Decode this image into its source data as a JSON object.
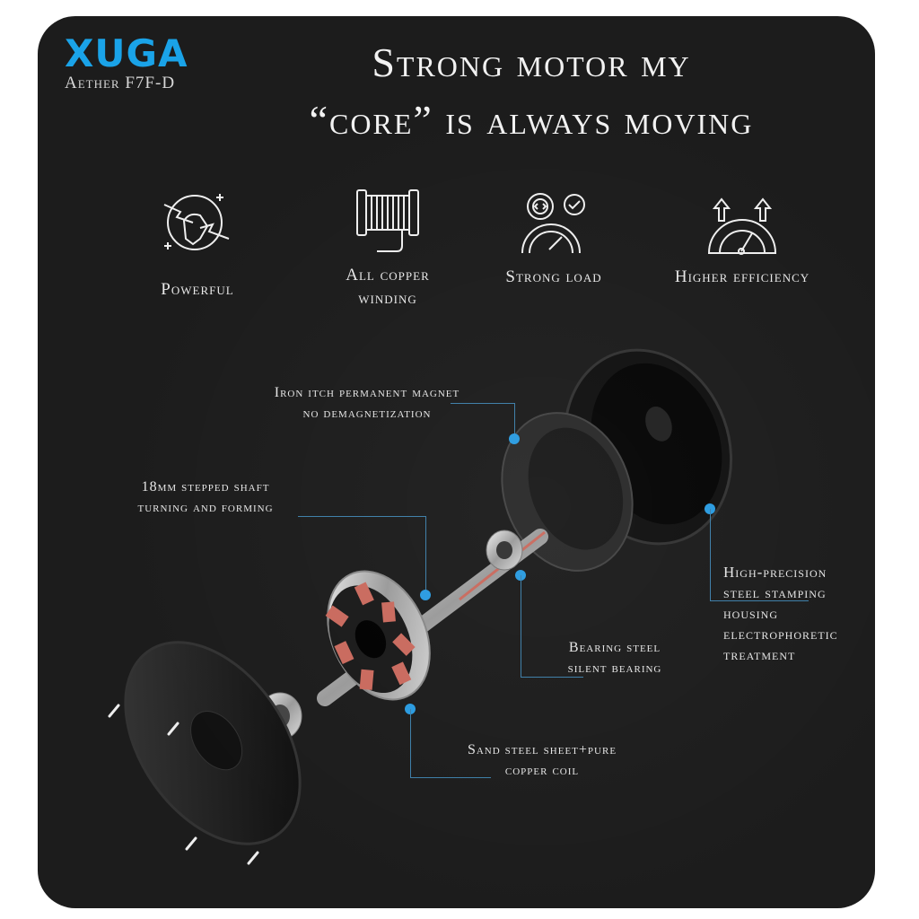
{
  "brand": {
    "name": "XUGA",
    "model": "Aether F7F-D",
    "accent": "#1aa3e8"
  },
  "headline": {
    "line1": "Strong motor my",
    "line2": "“core” is always moving"
  },
  "features": [
    {
      "icon": "power-fist-lightning-icon",
      "label_line1": "Powerful",
      "label_line2": ""
    },
    {
      "icon": "copper-coil-spool-icon",
      "label_line1": "All copper",
      "label_line2": "winding"
    },
    {
      "icon": "gear-gauge-check-icon",
      "label_line1": "Strong load",
      "label_line2": ""
    },
    {
      "icon": "gauge-arrows-up-icon",
      "label_line1": "Higher efficiency",
      "label_line2": ""
    }
  ],
  "callouts": {
    "magnet": {
      "line1": "Iron itch permanent magnet",
      "line2": "no demagnetization"
    },
    "shaft": {
      "line1": "18mm stepped shaft",
      "line2": "turning and forming"
    },
    "housing": {
      "line1": "High-precision",
      "line2": "steel stamping",
      "line3": "housing",
      "line4": "electrophoretic",
      "line5": "treatment"
    },
    "bearing": {
      "line1": "Bearing steel",
      "line2": "silent bearing"
    },
    "stator": {
      "line1": "Sand steel sheet+pure",
      "line2": "copper coil"
    }
  },
  "colors": {
    "background": "#1c1c1c",
    "callout_dot": "#2a9be0",
    "callout_line": "#3d7ea8",
    "coil": "#c96a5e"
  }
}
